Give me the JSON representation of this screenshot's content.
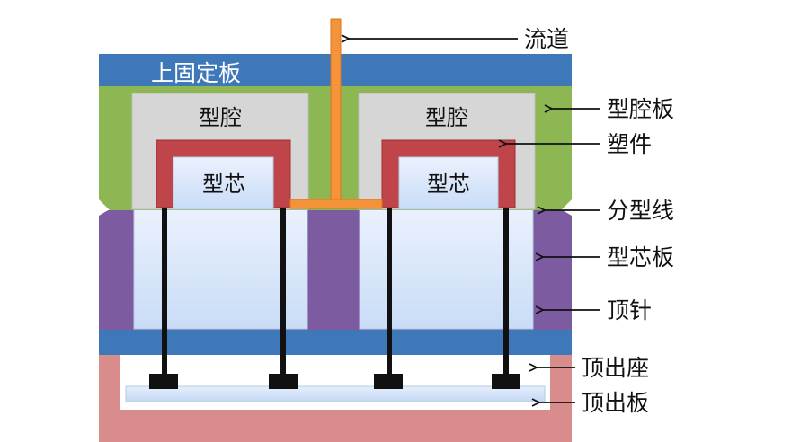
{
  "plate_label": "上固定板",
  "cavity_labels": [
    "型腔",
    "型腔"
  ],
  "core_labels": [
    "型芯",
    "型芯"
  ],
  "callouts": [
    {
      "id": "sprue",
      "label": "流道"
    },
    {
      "id": "cavity-plate",
      "label": "型腔板"
    },
    {
      "id": "part",
      "label": "塑件"
    },
    {
      "id": "parting-line",
      "label": "分型线"
    },
    {
      "id": "core-plate",
      "label": "型芯板"
    },
    {
      "id": "ejector-pin",
      "label": "顶针"
    },
    {
      "id": "ejector-retainer",
      "label": "顶出座"
    },
    {
      "id": "ejector-plate",
      "label": "顶出板"
    }
  ],
  "colors": {
    "top_plate": "#3f78b8",
    "cavity_plate": "#8cb752",
    "cavity": "#d6d6d6",
    "core_plate": "#7d5ba0",
    "core_insert": "#dce8fb",
    "part": "#c0454a",
    "runner": "#f3943a",
    "base": "#d98c8c",
    "ejector_plate_bar": "#d2e2f8",
    "pin": "#111111"
  }
}
